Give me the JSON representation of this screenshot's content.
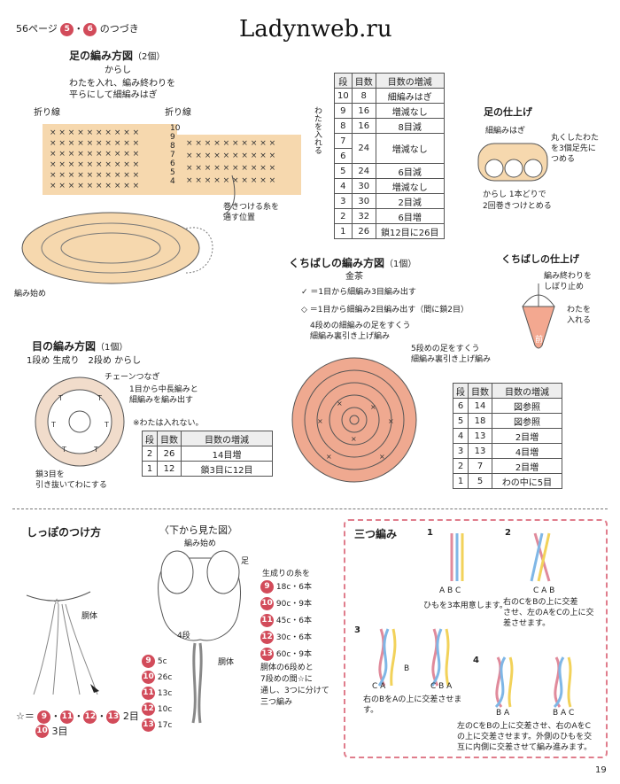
{
  "header": {
    "page_ref": "56ページ",
    "badge_a": "5",
    "dot": "・",
    "badge_b": "6",
    "suffix": "のつづき",
    "watermark": "Ladynweb.ru"
  },
  "foot_chart": {
    "title": "足の編み方図",
    "count": "（2個）",
    "color": "からし",
    "note": "わたを入れ、編み終わりを\n平らにして細編みはぎ",
    "fold_left": "折り線",
    "fold_right": "折り線",
    "wrap": "巻きつける糸を\n通す位置",
    "start": "編み始め",
    "rows": [
      "10",
      "9",
      "8",
      "7",
      "6",
      "5",
      "4"
    ],
    "side_label": "わたを入れる"
  },
  "foot_table": {
    "headers": [
      "段",
      "目数",
      "目数の増減"
    ],
    "rows": [
      [
        "10",
        "8",
        "細編みはぎ"
      ],
      [
        "9",
        "16",
        "増減なし"
      ],
      [
        "8",
        "16",
        "8目減"
      ],
      [
        "7",
        "24",
        "増減なし"
      ],
      [
        "6",
        "",
        ""
      ],
      [
        "5",
        "24",
        "6目減"
      ],
      [
        "4",
        "30",
        "増減なし"
      ],
      [
        "3",
        "30",
        "2目減"
      ],
      [
        "2",
        "32",
        "6目増"
      ],
      [
        "1",
        "26",
        "鎖12目に26目"
      ]
    ]
  },
  "foot_finish": {
    "title": "足の仕上げ",
    "label_a": "細編みはぎ",
    "label_b": "丸くしたわた\nを3個足先に\nつめる",
    "label_c": "からし 1本どりで\n2回巻きつけとめる"
  },
  "beak": {
    "title": "くちばしの編み方図",
    "count": "（1個）",
    "color": "金茶",
    "legend1": "＝1目から細編み3目編み出す",
    "legend2": "＝1目から細編み2目編み出す（間に鎖2目）",
    "note1": "4段めの細編みの足をすくう\n細編み裏引き上げ編み",
    "note2": "5段めの足をすくう\n細編み裏引き上げ編み"
  },
  "beak_finish": {
    "title": "くちばしの仕上げ",
    "label_a": "編み終わりを\nしぼり止め",
    "label_b": "わたを\n入れる",
    "front": "前"
  },
  "beak_table": {
    "headers": [
      "段",
      "目数",
      "目数の増減"
    ],
    "rows": [
      [
        "6",
        "14",
        "図参照"
      ],
      [
        "5",
        "18",
        "図参照"
      ],
      [
        "4",
        "13",
        "2目増"
      ],
      [
        "3",
        "13",
        "4目増"
      ],
      [
        "2",
        "7",
        "2目増"
      ],
      [
        "1",
        "5",
        "わの中に5目"
      ]
    ]
  },
  "eye": {
    "title": "目の編み方図",
    "count": "（1個）",
    "colors": "1段め 生成り　2段め からし",
    "chain": "チェーンつなぎ",
    "note": "1目から中長編みと\n細編みを編み出す",
    "cotton": "※わたは入れない。",
    "slip": "鎖3目を\n引き抜いてわにする"
  },
  "eye_table": {
    "headers": [
      "段",
      "目数",
      "目数の増減"
    ],
    "rows": [
      [
        "2",
        "26",
        "14目増"
      ],
      [
        "1",
        "12",
        "鎖3目に12目"
      ]
    ]
  },
  "tail": {
    "title": "しっぽのつけ方",
    "body": "胴体",
    "legend_star": "☆＝",
    "badges": [
      "9",
      "11",
      "12",
      "13"
    ],
    "seps": [
      "・",
      "・",
      "・"
    ],
    "rows_a": "2目",
    "badge_10": "10",
    "rows_b": "3目"
  },
  "bottom_view": {
    "title": "〈下から見た図〉",
    "start": "編み始め",
    "leg": "足",
    "row": "4段",
    "body": "胴体",
    "yarn_title": "生成りの糸を",
    "yarn": [
      [
        "9",
        "18c・6本"
      ],
      [
        "10",
        "90c・9本"
      ],
      [
        "11",
        "45c・6本"
      ],
      [
        "12",
        "30c・6本"
      ],
      [
        "13",
        "60c・9本"
      ]
    ],
    "yarn_note": "胴体の6段めと\n7段めの間☆に\n通し、3つに分けて\n三つ編み",
    "lengths": [
      [
        "9",
        "5c"
      ],
      [
        "10",
        "26c"
      ],
      [
        "11",
        "13c"
      ],
      [
        "12",
        "10c"
      ],
      [
        "13",
        "17c"
      ]
    ]
  },
  "braid": {
    "title": "三つ編み",
    "steps": [
      "1",
      "2",
      "3",
      "4"
    ],
    "s1": "ひもを3本用意します。",
    "s2": "右のCをBの上に交差\nさせ、左のAをCの上に交\n差させます。",
    "s3": "右のBをAの上に交差させま\nす。",
    "s4": "左のCをBの上に交差させ、右のAをC\nの上に交差させます。外側のひもを交\n互に内側に交差させて編み進みます。",
    "abc1": "A  B  C",
    "abc2": "C  A B",
    "abc3a": "C   A",
    "abc3b": "C B  A",
    "abc4a": "B  A",
    "abc4b": "B  A  C",
    "mark_b": "B"
  },
  "page_number": "19"
}
